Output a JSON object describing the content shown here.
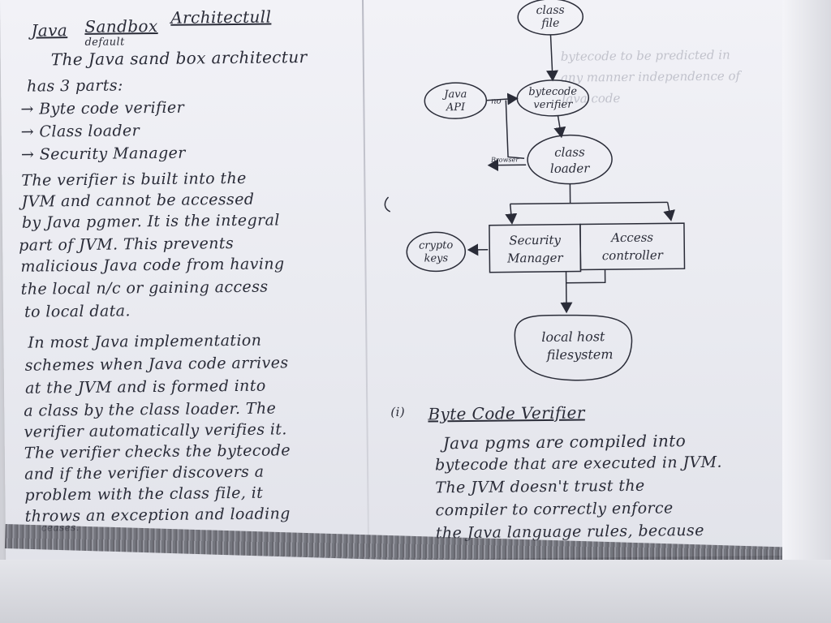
{
  "left_page": {
    "title_java": "Java",
    "title_sandbox": "Sandbox",
    "title_architecture": "Architectull",
    "title_insert": "default",
    "intro_line1": "The Java sand box architectur",
    "intro_line2": "has 3 parts:",
    "parts": [
      "→ Byte code verifier",
      "→ Class loader",
      "→ Security Manager"
    ],
    "para1": [
      "The verifier is built into the",
      "JVM and cannot be accessed",
      "by Java pgmer. It is the integral",
      "part of JVM. This prevents",
      "malicious Java code from having",
      "the local n/c or gaining access",
      "to local data."
    ],
    "para2": [
      "In most Java implementation",
      "schemes when Java code arrives",
      "at the JVM and is formed into",
      "a class by the class loader. The",
      "verifier automatically verifies it.",
      "The verifier checks the bytecode",
      "and if the verifier discovers a",
      "problem with the class file, it",
      "throws an exception and loading",
      "ceases."
    ]
  },
  "right_page": {
    "ghost_text": [
      "bytecode to be predicted in",
      "any manner independence of",
      "Java code"
    ],
    "section_number": "(i)",
    "section_title": "Byte Code Verifier",
    "section_text": [
      "Java pgms are compiled into",
      "bytecode that are executed in JVM.",
      "The JVM doesn't trust the",
      "compiler to correctly enforce",
      "the Java language rules, because"
    ]
  },
  "diagram": {
    "class_file": [
      "class",
      "file"
    ],
    "java_api": [
      "Java",
      "API"
    ],
    "bytecode_verifier": [
      "bytecode",
      "verifier"
    ],
    "class_loader": [
      "class",
      "loader"
    ],
    "security_manager": [
      "Security",
      "Manager"
    ],
    "access_controller": [
      "Access",
      "controller"
    ],
    "crypto_keys": [
      "crypto",
      "keys"
    ],
    "local_host": [
      "local host",
      "filesystem"
    ],
    "arrow_label_api": "no",
    "arrow_label_loader": "Browser"
  },
  "colors": {
    "ink": "#2a2c38",
    "paper": "#eef0f5"
  }
}
